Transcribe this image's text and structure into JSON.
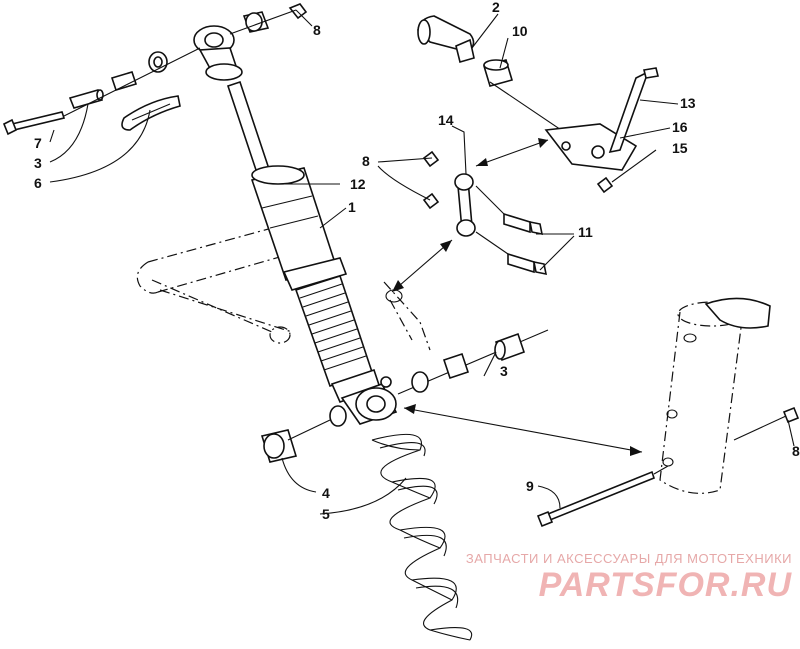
{
  "callouts": {
    "c1": "1",
    "c2": "2",
    "c3a": "3",
    "c3b": "3",
    "c4": "4",
    "c5": "5",
    "c6": "6",
    "c7": "7",
    "c8a": "8",
    "c8b": "8",
    "c8c": "8",
    "c9": "9",
    "c10": "10",
    "c11": "11",
    "c12": "12",
    "c13": "13",
    "c14": "14",
    "c15": "15",
    "c16": "16"
  },
  "watermark": {
    "tagline": "ЗАПЧАСТИ И АКСЕССУАРЫ ДЛЯ МОТОТЕХНИКИ",
    "logo": "PARTSFOR.RU"
  },
  "colors": {
    "ink": "#111111",
    "watermark": "#f0b4b4"
  }
}
